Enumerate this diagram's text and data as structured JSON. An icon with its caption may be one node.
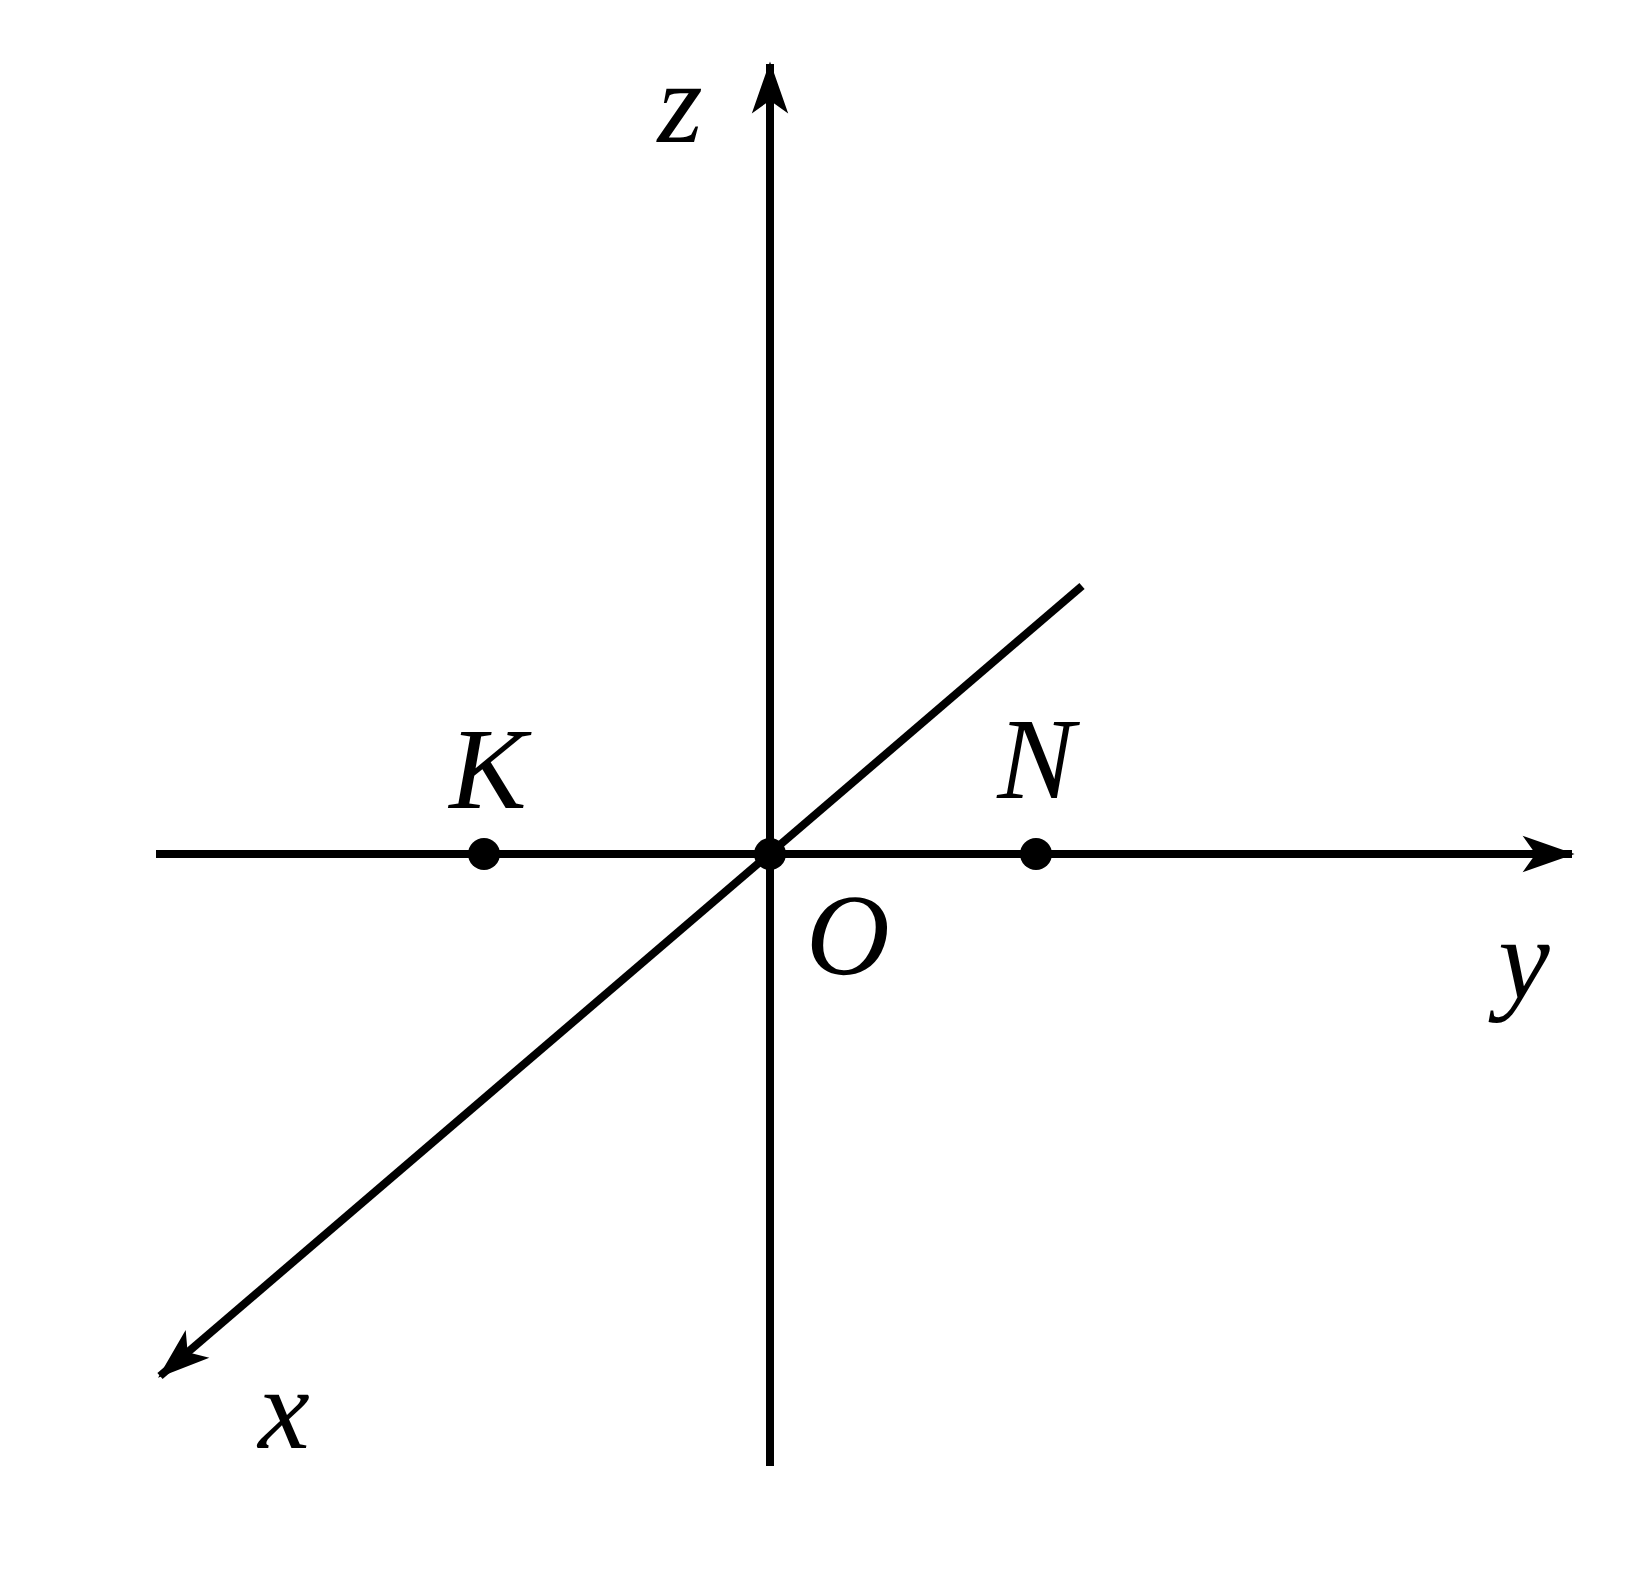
{
  "diagram": {
    "labels": [
      "z",
      "K",
      "N",
      "O",
      "y",
      "x"
    ]
  }
}
